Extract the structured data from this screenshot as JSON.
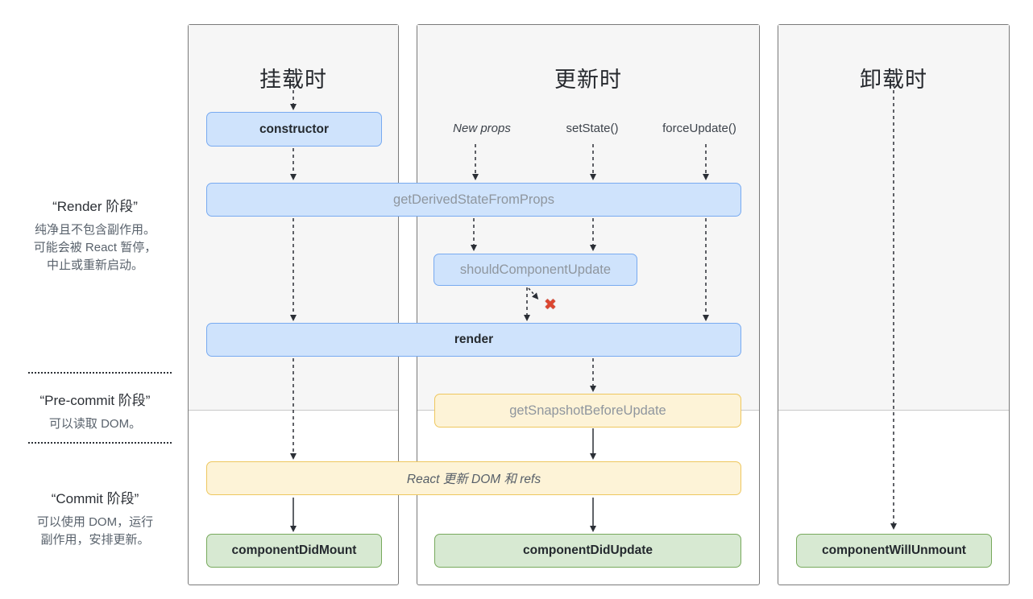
{
  "columns": {
    "mounting": {
      "title": "挂载时"
    },
    "updating": {
      "title": "更新时"
    },
    "unmounting": {
      "title": "卸载时"
    }
  },
  "triggers": {
    "new_props": "New props",
    "set_state": "setState()",
    "force_update": "forceUpdate()"
  },
  "phases": {
    "render": {
      "title": "“Render 阶段”",
      "lines": [
        "纯净且不包含副作用。",
        "可能会被 React 暂停，",
        "中止或重新启动。"
      ]
    },
    "pre_commit": {
      "title": "“Pre-commit 阶段”",
      "lines": [
        "可以读取 DOM。"
      ]
    },
    "commit": {
      "title": "“Commit 阶段”",
      "lines": [
        "可以使用 DOM，运行",
        "副作用，安排更新。"
      ]
    }
  },
  "boxes": {
    "constructor_": "constructor",
    "get_derived_state_from_props": "getDerivedStateFromProps",
    "should_component_update": "shouldComponentUpdate",
    "render_": "render",
    "get_snapshot_before_update": "getSnapshotBeforeUpdate",
    "react_updates_dom": "React 更新 DOM 和 refs",
    "component_did_mount": "componentDidMount",
    "component_did_update": "componentDidUpdate",
    "component_will_unmount": "componentWillUnmount"
  },
  "icons": {
    "cancel_x": "✖"
  },
  "colors": {
    "blue_fill": "#cfe3fc",
    "blue_border": "#78aaf0",
    "yellow_fill": "#fdf3d7",
    "yellow_border": "#eec75e",
    "green_fill": "#d7e9d2",
    "green_border": "#77a95c",
    "panel_shade": "#f6f6f6",
    "panel_border": "#7a7a7a",
    "cancel_red": "#dc4630",
    "arrow": "#2b2f36"
  }
}
